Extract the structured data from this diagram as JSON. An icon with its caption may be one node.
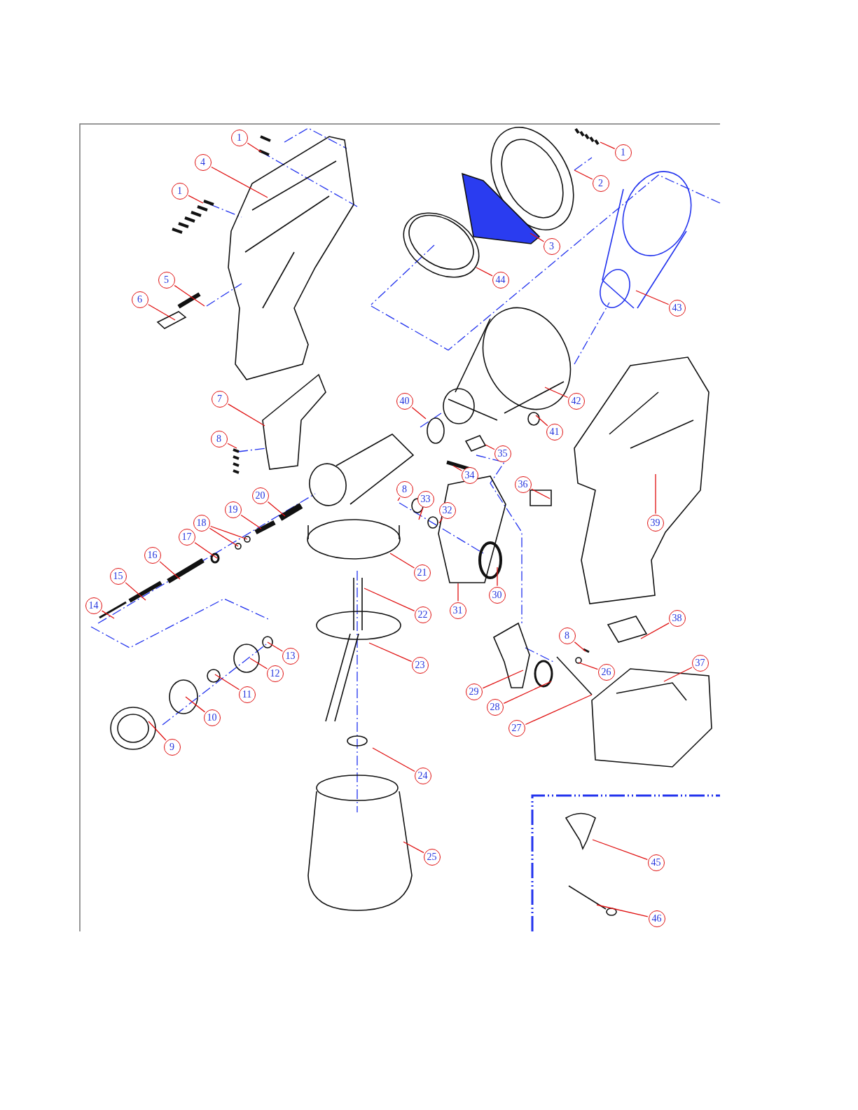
{
  "diagram": {
    "nodes": [
      {
        "text": [
          "1"
        ]
      },
      {
        "text": [
          "1"
        ]
      },
      {
        "text": [
          "4"
        ]
      },
      {
        "text": [
          "2"
        ]
      },
      {
        "text": [
          "1"
        ]
      },
      {
        "text": [
          "3"
        ]
      },
      {
        "text": [
          "44"
        ]
      },
      {
        "text": [
          "5"
        ]
      },
      {
        "text": [
          "6"
        ]
      },
      {
        "text": [
          "43"
        ]
      },
      {
        "text": [
          "7"
        ]
      },
      {
        "text": [
          "42"
        ]
      },
      {
        "text": [
          "40"
        ]
      },
      {
        "text": [
          "41"
        ]
      },
      {
        "text": [
          "8"
        ]
      },
      {
        "text": [
          "35"
        ]
      },
      {
        "text": [
          "34"
        ]
      },
      {
        "text": [
          "36"
        ]
      },
      {
        "text": [
          "8"
        ]
      },
      {
        "text": [
          "20"
        ]
      },
      {
        "text": [
          "33"
        ]
      },
      {
        "text": [
          "19"
        ]
      },
      {
        "text": [
          "32"
        ]
      },
      {
        "text": [
          "18"
        ]
      },
      {
        "text": [
          "39"
        ]
      },
      {
        "text": [
          "17"
        ]
      },
      {
        "text": [
          "16"
        ]
      },
      {
        "text": [
          "21"
        ]
      },
      {
        "text": [
          "15"
        ]
      },
      {
        "text": [
          "30"
        ]
      },
      {
        "text": [
          "14"
        ]
      },
      {
        "text": [
          "31"
        ]
      },
      {
        "text": [
          "22"
        ]
      },
      {
        "text": [
          "38"
        ]
      },
      {
        "text": [
          "8"
        ]
      },
      {
        "text": [
          "13"
        ]
      },
      {
        "text": [
          "23"
        ]
      },
      {
        "text": [
          "37"
        ]
      },
      {
        "text": [
          "12"
        ]
      },
      {
        "text": [
          "26"
        ]
      },
      {
        "text": [
          "29"
        ]
      },
      {
        "text": [
          "11"
        ]
      },
      {
        "text": [
          "28"
        ]
      },
      {
        "text": [
          "10"
        ]
      },
      {
        "text": [
          "27"
        ]
      },
      {
        "text": [
          "9"
        ]
      },
      {
        "text": [
          "24"
        ]
      },
      {
        "text": [
          "25"
        ]
      },
      {
        "text": [
          "45"
        ]
      },
      {
        "text": [
          "46"
        ]
      }
    ],
    "edges": [
      {
        "from": 0,
        "to": null,
        "arrow": "none"
      },
      {
        "from": 1,
        "to": null,
        "arrow": "none"
      },
      {
        "from": 2,
        "to": null,
        "arrow": "none"
      },
      {
        "from": 3,
        "to": null,
        "arrow": "none"
      },
      {
        "from": 4,
        "to": null,
        "arrow": "none"
      },
      {
        "from": 5,
        "to": null,
        "arrow": "none"
      },
      {
        "from": 6,
        "to": null,
        "arrow": "none"
      },
      {
        "from": 7,
        "to": null,
        "arrow": "none"
      },
      {
        "from": 8,
        "to": null,
        "arrow": "none"
      },
      {
        "from": 9,
        "to": null,
        "arrow": "none"
      },
      {
        "from": 10,
        "to": null,
        "arrow": "none"
      },
      {
        "from": 11,
        "to": null,
        "arrow": "none"
      },
      {
        "from": 12,
        "to": null,
        "arrow": "none"
      },
      {
        "from": 13,
        "to": null,
        "arrow": "none"
      },
      {
        "from": 14,
        "to": null,
        "arrow": "none"
      },
      {
        "from": 15,
        "to": null,
        "arrow": "none"
      },
      {
        "from": 16,
        "to": null,
        "arrow": "none"
      },
      {
        "from": 17,
        "to": null,
        "arrow": "none"
      },
      {
        "from": 18,
        "to": null,
        "arrow": "none"
      },
      {
        "from": 19,
        "to": null,
        "arrow": "none"
      },
      {
        "from": 20,
        "to": null,
        "arrow": "none"
      },
      {
        "from": 21,
        "to": null,
        "arrow": "none"
      },
      {
        "from": 22,
        "to": null,
        "arrow": "none"
      },
      {
        "from": 23,
        "to": null,
        "arrow": "none"
      },
      {
        "from": 23,
        "to": null,
        "arrow": "none"
      },
      {
        "from": 24,
        "to": null,
        "arrow": "none"
      },
      {
        "from": 25,
        "to": null,
        "arrow": "none"
      },
      {
        "from": 26,
        "to": null,
        "arrow": "none"
      },
      {
        "from": 27,
        "to": null,
        "arrow": "none"
      },
      {
        "from": 28,
        "to": null,
        "arrow": "none"
      },
      {
        "from": 29,
        "to": null,
        "arrow": "none"
      },
      {
        "from": 30,
        "to": null,
        "arrow": "none"
      },
      {
        "from": 31,
        "to": null,
        "arrow": "none"
      },
      {
        "from": 32,
        "to": null,
        "arrow": "none"
      },
      {
        "from": 33,
        "to": null,
        "arrow": "none"
      },
      {
        "from": 34,
        "to": null,
        "arrow": "none"
      },
      {
        "from": 35,
        "to": null,
        "arrow": "none"
      },
      {
        "from": 36,
        "to": null,
        "arrow": "none"
      },
      {
        "from": 37,
        "to": null,
        "arrow": "none"
      },
      {
        "from": 38,
        "to": null,
        "arrow": "none"
      },
      {
        "from": 39,
        "to": null,
        "arrow": "none"
      },
      {
        "from": 40,
        "to": null,
        "arrow": "none"
      },
      {
        "from": 41,
        "to": null,
        "arrow": "none"
      },
      {
        "from": 42,
        "to": null,
        "arrow": "none"
      },
      {
        "from": 43,
        "to": null,
        "arrow": "none"
      },
      {
        "from": 44,
        "to": null,
        "arrow": "none"
      },
      {
        "from": 45,
        "to": null,
        "arrow": "none"
      },
      {
        "from": 46,
        "to": null,
        "arrow": "none"
      },
      {
        "from": 47,
        "to": null,
        "arrow": "none"
      },
      {
        "from": 48,
        "to": null,
        "arrow": "none"
      },
      {
        "from": 49,
        "to": null,
        "arrow": "none"
      }
    ]
  }
}
